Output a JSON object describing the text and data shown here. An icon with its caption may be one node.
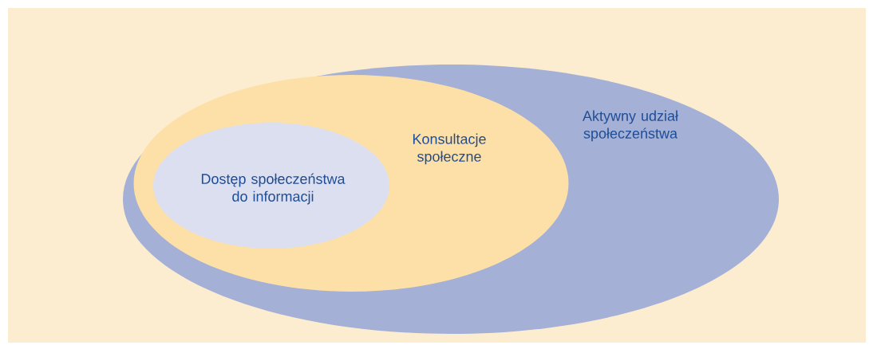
{
  "diagram": {
    "nodes": [
      {
        "text": [
          "Aktywny udział społeczeństwa"
        ]
      },
      {
        "text": [
          "Konsultacje społeczne"
        ],
        "in": 0
      },
      {
        "text": [
          "Dostęp społeczeństwa do informacji"
        ],
        "in": 1
      }
    ]
  }
}
